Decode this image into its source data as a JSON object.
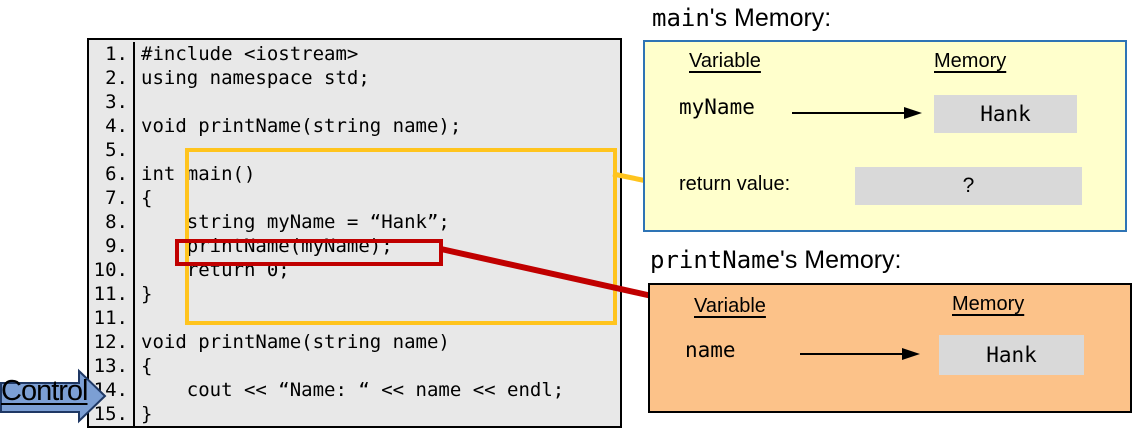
{
  "colors": {
    "code_bg": "#E8E8E8",
    "code_border": "#000000",
    "highlight_yellow": "#FFC41E",
    "highlight_red": "#C00000",
    "main_box_fill": "#FFFFCC",
    "main_box_border": "#2E74B5",
    "print_box_fill": "#FCC289",
    "print_box_border": "#000000",
    "value_box_fill": "#D9D9D9",
    "control_fill": "#7C9FD4",
    "control_border": "#1F3864"
  },
  "code_panel": {
    "lines": [
      {
        "num": "1.",
        "text": "#include <iostream>"
      },
      {
        "num": "2.",
        "text": "using namespace std;"
      },
      {
        "num": "3.",
        "text": ""
      },
      {
        "num": "4.",
        "text": "void printName(string name);"
      },
      {
        "num": "5.",
        "text": ""
      },
      {
        "num": "6.",
        "text": "int main()"
      },
      {
        "num": "7.",
        "text": "{"
      },
      {
        "num": "8.",
        "text": "    string myName = “Hank”;"
      },
      {
        "num": "9.",
        "text": "    printName(myName);"
      },
      {
        "num": "10.",
        "text": "    return 0;"
      },
      {
        "num": "11.",
        "text": "}"
      },
      {
        "num": "11.",
        "text": ""
      },
      {
        "num": "12.",
        "text": "void printName(string name)"
      },
      {
        "num": "13.",
        "text": "{"
      },
      {
        "num": "14.",
        "text": "    cout << “Name: “ << name << endl;"
      },
      {
        "num": "15.",
        "text": "}"
      }
    ]
  },
  "main_memory": {
    "title_code": "main",
    "title_rest": "'s Memory:",
    "col_variable": "Variable",
    "col_memory": "Memory",
    "var_row": {
      "label": "myName",
      "value": "Hank"
    },
    "return_row": {
      "label": "return value:",
      "value": "?"
    }
  },
  "printname_memory": {
    "title_code": "printName",
    "title_rest": "'s Memory:",
    "col_variable": "Variable",
    "col_memory": "Memory",
    "var_row": {
      "label": "name",
      "value": "Hank"
    }
  },
  "control": {
    "label": "Control"
  }
}
